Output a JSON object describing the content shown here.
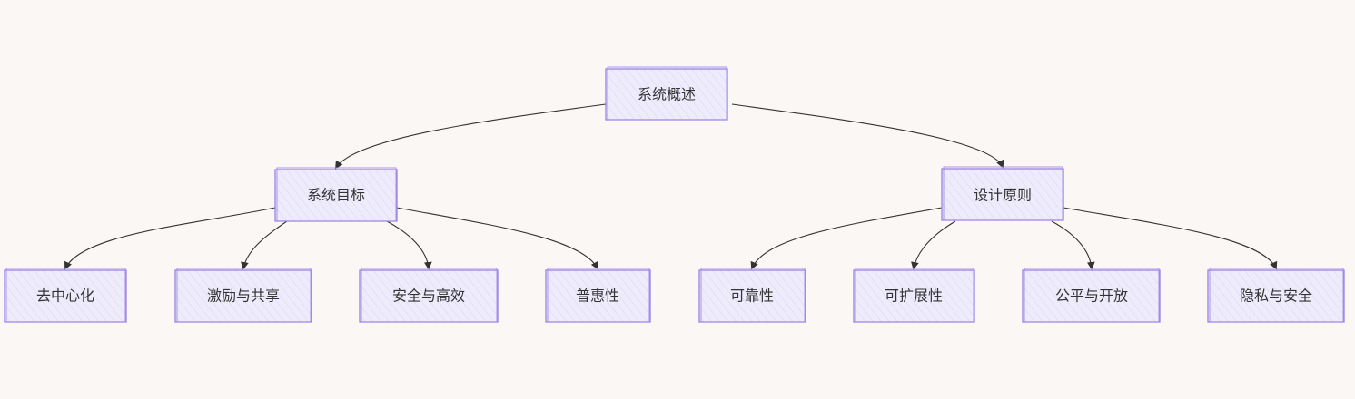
{
  "diagram": {
    "root": {
      "id": "root",
      "label": "系统概述"
    },
    "branches": [
      {
        "id": "goals",
        "label": "系统目标",
        "children": [
          {
            "id": "g1",
            "label": "去中心化"
          },
          {
            "id": "g2",
            "label": "激励与共享"
          },
          {
            "id": "g3",
            "label": "安全与高效"
          },
          {
            "id": "g4",
            "label": "普惠性"
          }
        ]
      },
      {
        "id": "principles",
        "label": "设计原则",
        "children": [
          {
            "id": "p1",
            "label": "可靠性"
          },
          {
            "id": "p2",
            "label": "可扩展性"
          },
          {
            "id": "p3",
            "label": "公平与开放"
          },
          {
            "id": "p4",
            "label": "隐私与安全"
          }
        ]
      }
    ],
    "colors": {
      "background": "#fbf7f5",
      "node_fill": "#ecebfb",
      "node_stroke": "#9b82e6",
      "edge": "#333333",
      "text": "#333333"
    }
  }
}
